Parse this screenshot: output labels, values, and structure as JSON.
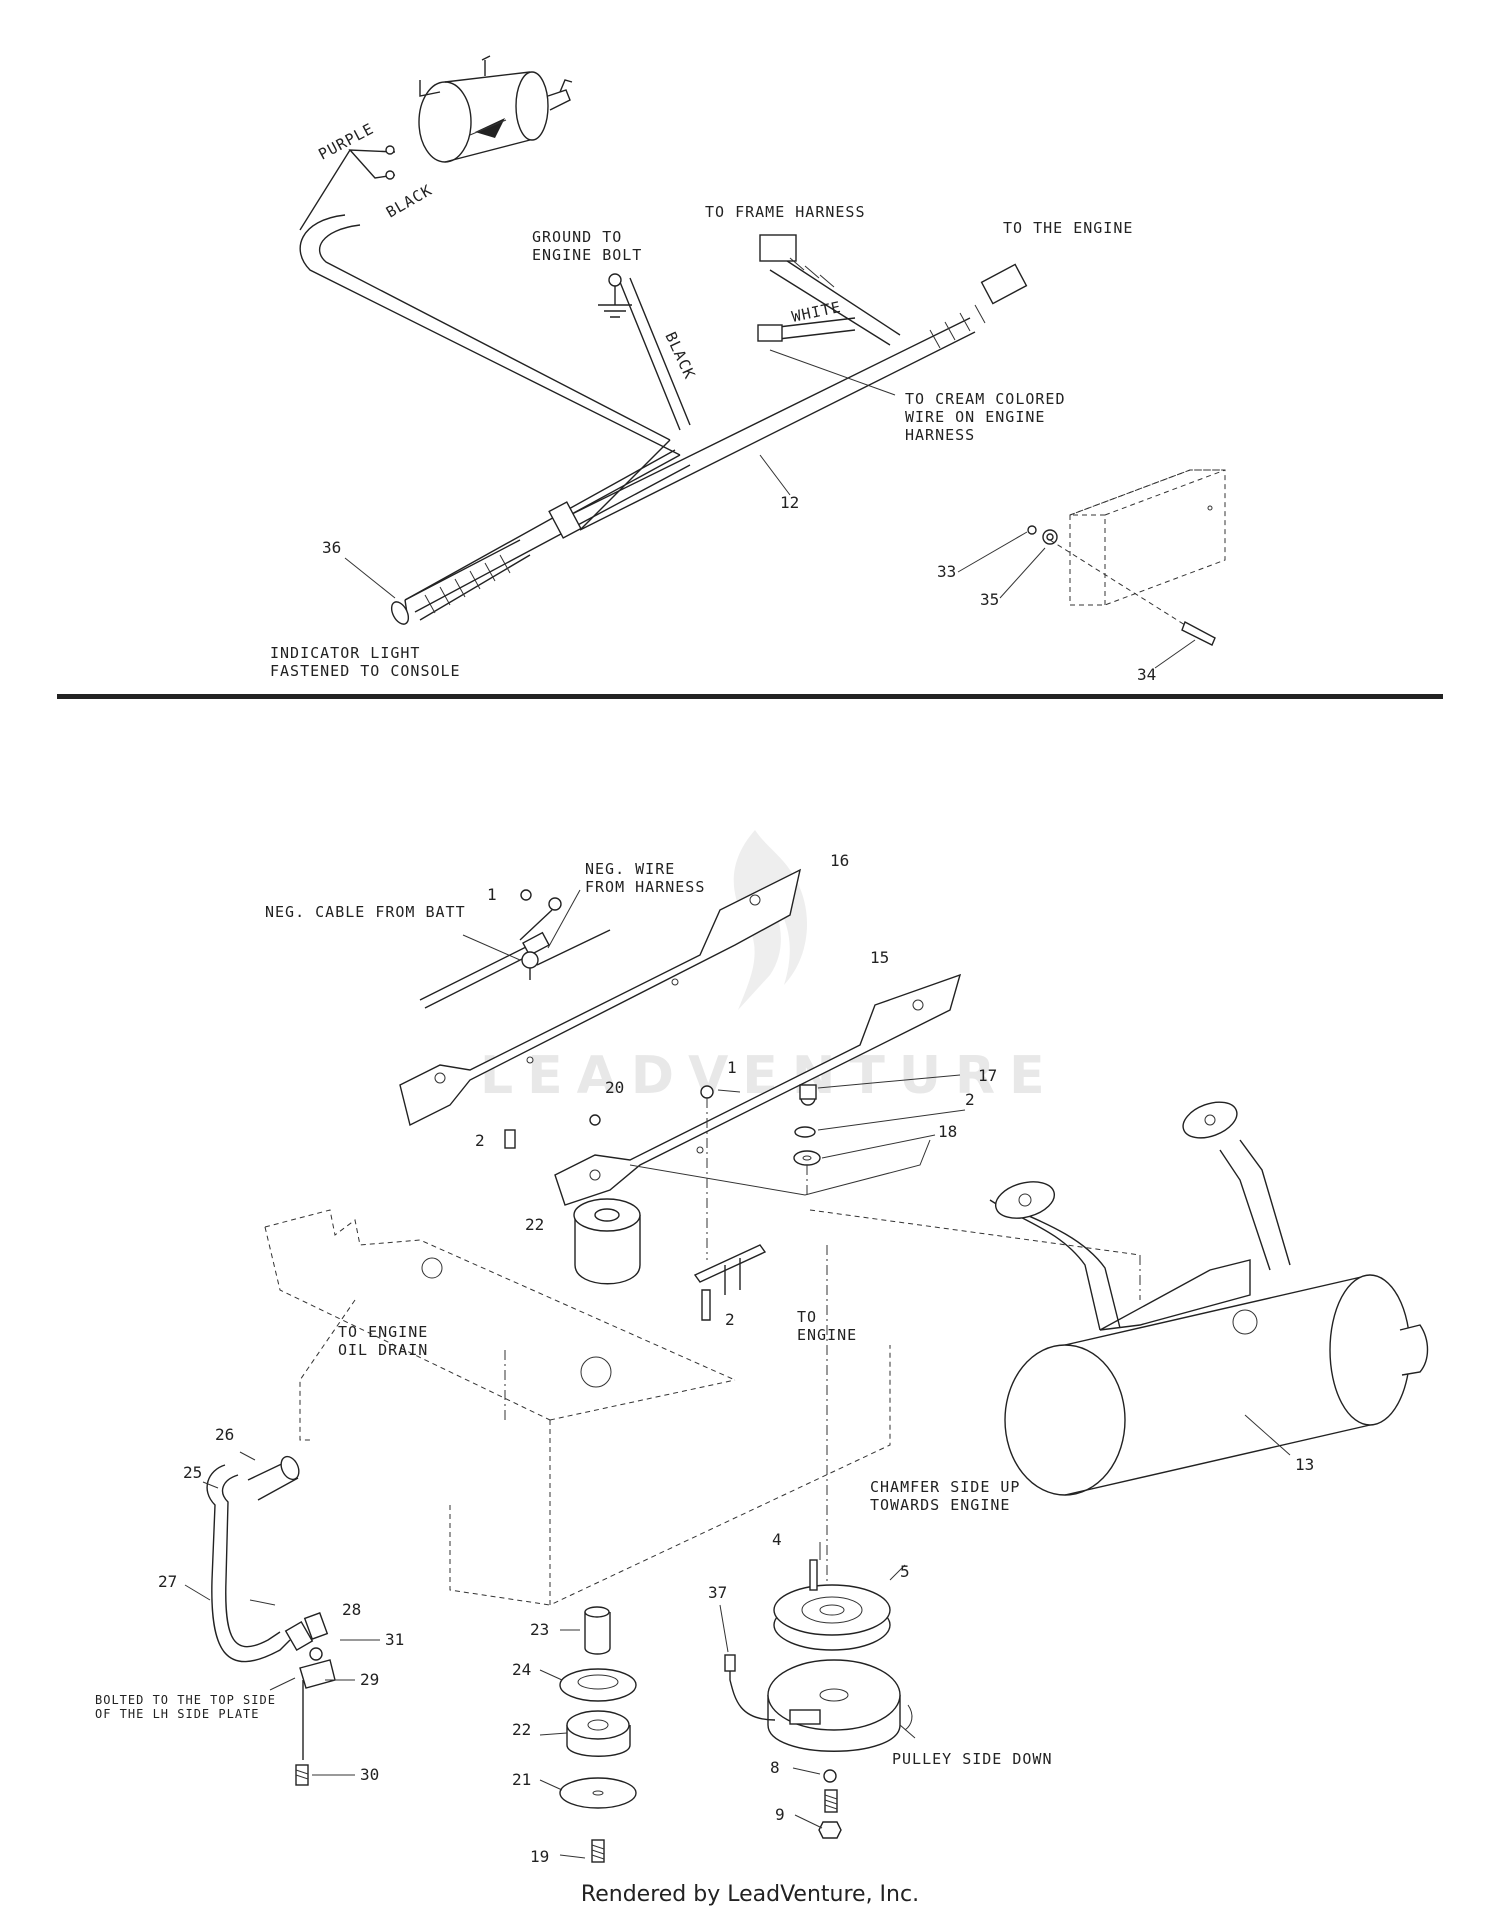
{
  "top_section": {
    "wire_colors": [
      "PURPLE",
      "BLACK",
      "WHITE",
      "BLACK"
    ],
    "labels": {
      "ground": [
        "GROUND TO",
        "ENGINE BOLT"
      ],
      "frame_harness": "TO FRAME HARNESS",
      "to_engine": "TO THE ENGINE",
      "cream_wire": [
        "TO CREAM COLORED",
        "WIRE ON ENGINE",
        "HARNESS"
      ],
      "indicator": [
        "INDICATOR LIGHT",
        "FASTENED TO CONSOLE"
      ]
    },
    "callouts": [
      "12",
      "36",
      "33",
      "35",
      "34"
    ]
  },
  "bottom_section": {
    "labels": {
      "neg_cable": "NEG. CABLE FROM BATT",
      "neg_wire": [
        "NEG. WIRE",
        "FROM HARNESS"
      ],
      "to_engine": [
        "TO",
        "ENGINE"
      ],
      "oil_drain": [
        "TO ENGINE",
        "OIL DRAIN"
      ],
      "chamfer": [
        "CHAMFER SIDE UP",
        "TOWARDS ENGINE"
      ],
      "pulley": "PULLEY SIDE DOWN",
      "bolted": [
        "BOLTED TO THE TOP SIDE",
        "OF THE LH SIDE PLATE"
      ]
    },
    "callouts": [
      "1",
      "16",
      "15",
      "1",
      "17",
      "2",
      "18",
      "20",
      "2",
      "22",
      "2",
      "13",
      "26",
      "25",
      "27",
      "28",
      "31",
      "29",
      "30",
      "4",
      "5",
      "37",
      "23",
      "24",
      "22",
      "21",
      "8",
      "9",
      "19"
    ]
  },
  "watermark": "LEADVENTURE",
  "footer": "Rendered by LeadVenture, Inc."
}
